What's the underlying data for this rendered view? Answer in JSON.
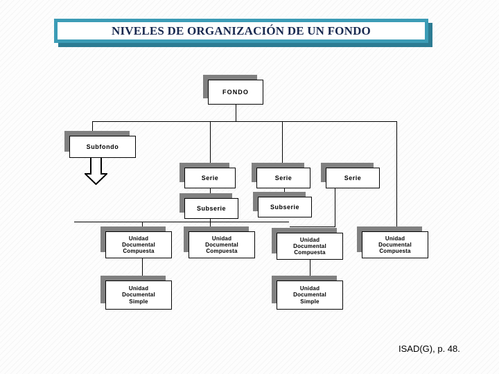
{
  "slide": {
    "title": "NIVELES DE ORGANIZACIÓN DE UN FONDO",
    "citation": "ISAD(G), p. 48.",
    "colors": {
      "title_border": "#3c9cb6",
      "title_shadow": "#2d7c93",
      "title_text": "#17284f",
      "node_fill": "#ffffff",
      "node_border": "#000000",
      "node_shadow": "#808080",
      "line": "#000000",
      "background": "#fdfdfd"
    }
  },
  "diagram": {
    "type": "hierarchy-tree",
    "levels": [
      {
        "name": "fondo",
        "label": "FONDO",
        "count": 1
      },
      {
        "name": "subfondo",
        "label": "Subfondo",
        "count": 1
      },
      {
        "name": "serie",
        "label": "Serie",
        "count": 3
      },
      {
        "name": "subserie",
        "label": "Subserie",
        "count": 2
      },
      {
        "name": "unidad-documental-compuesta",
        "label": "Unidad Documental Compuesta",
        "count": 4
      },
      {
        "name": "unidad-documental-simple",
        "label": "Unidad Documental Simple",
        "count": 2
      }
    ],
    "nodes": {
      "fondo": {
        "label": "FONDO"
      },
      "subfondo": {
        "label": "Subfondo"
      },
      "serie_1": {
        "label": "Serie"
      },
      "serie_2": {
        "label": "Serie"
      },
      "serie_3": {
        "label": "Serie"
      },
      "subserie_1": {
        "label": "Subserie"
      },
      "subserie_2": {
        "label": "Subserie"
      },
      "udc_1": {
        "line1": "Unidad",
        "line2": "Documental",
        "line3": "Compuesta"
      },
      "udc_2": {
        "line1": "Unidad",
        "line2": "Documental",
        "line3": "Compuesta"
      },
      "udc_3": {
        "line1": "Unidad",
        "line2": "Documental",
        "line3": "Compuesta"
      },
      "udc_4": {
        "line1": "Unidad",
        "line2": "Documental",
        "line3": "Compuesta"
      },
      "uds_1": {
        "line1": "Unidad",
        "line2": "Documental",
        "line3": "Simple"
      },
      "uds_2": {
        "line1": "Unidad",
        "line2": "Documental",
        "line3": "Simple"
      }
    },
    "arrow": {
      "name": "down-arrow",
      "direction": "down"
    }
  }
}
